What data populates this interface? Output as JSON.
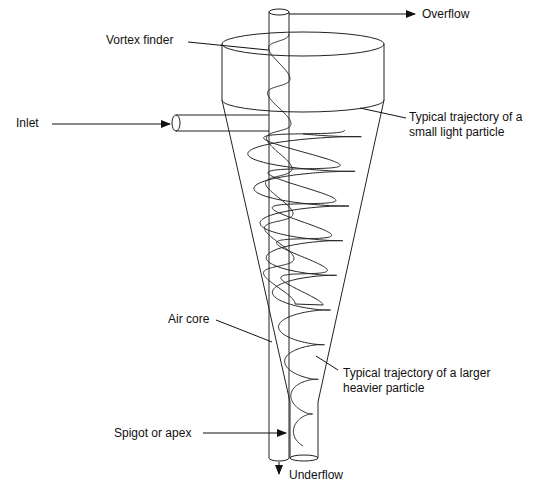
{
  "diagram": {
    "labels": [
      "Overflow",
      "Vortex finder",
      "Inlet",
      "Typical trajectory of a small light particle",
      "Air core",
      "Typical trajectory of a larger heavier particle",
      "Spigot or apex",
      "Underflow"
    ]
  }
}
